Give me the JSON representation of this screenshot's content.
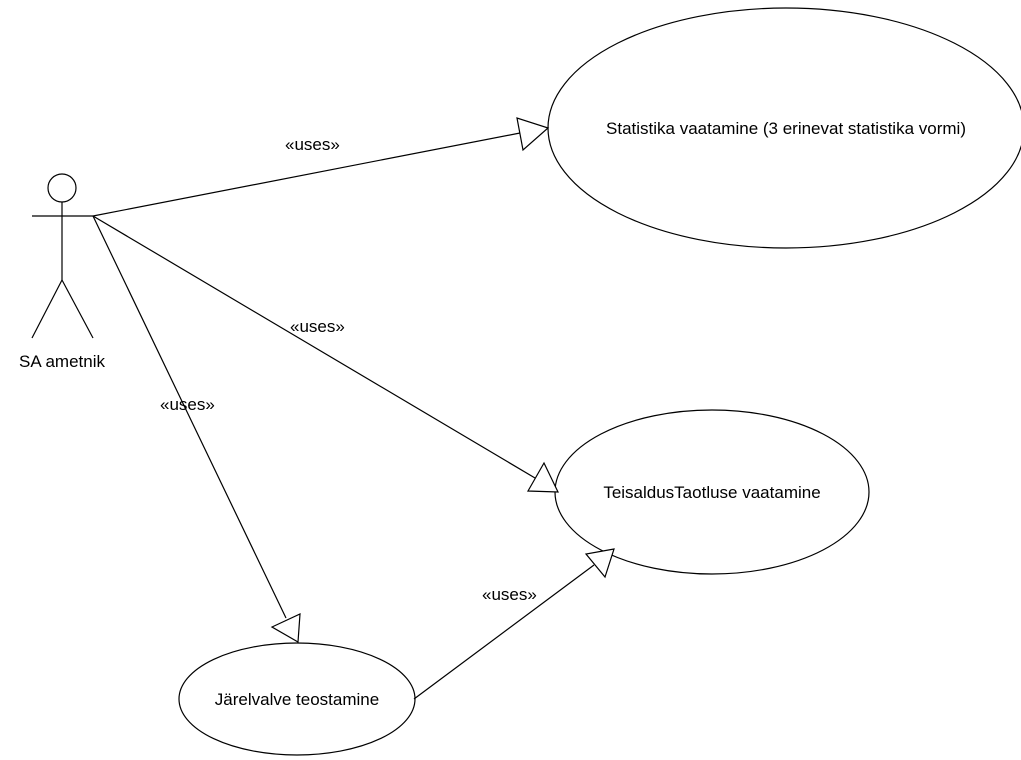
{
  "actor": {
    "label": "SA ametnik"
  },
  "use_cases": {
    "statistika": "Statistika vaatamine (3 erinevat statistika vormi)",
    "teisaldus": "TeisaldusTaotluse vaatamine",
    "jarelvalve": "Järelvalve teostamine"
  },
  "relations": {
    "actor_statistika": "«uses»",
    "actor_teisaldus": "«uses»",
    "actor_jarelvalve": "«uses»",
    "jarelvalve_teisaldus": "«uses»"
  }
}
